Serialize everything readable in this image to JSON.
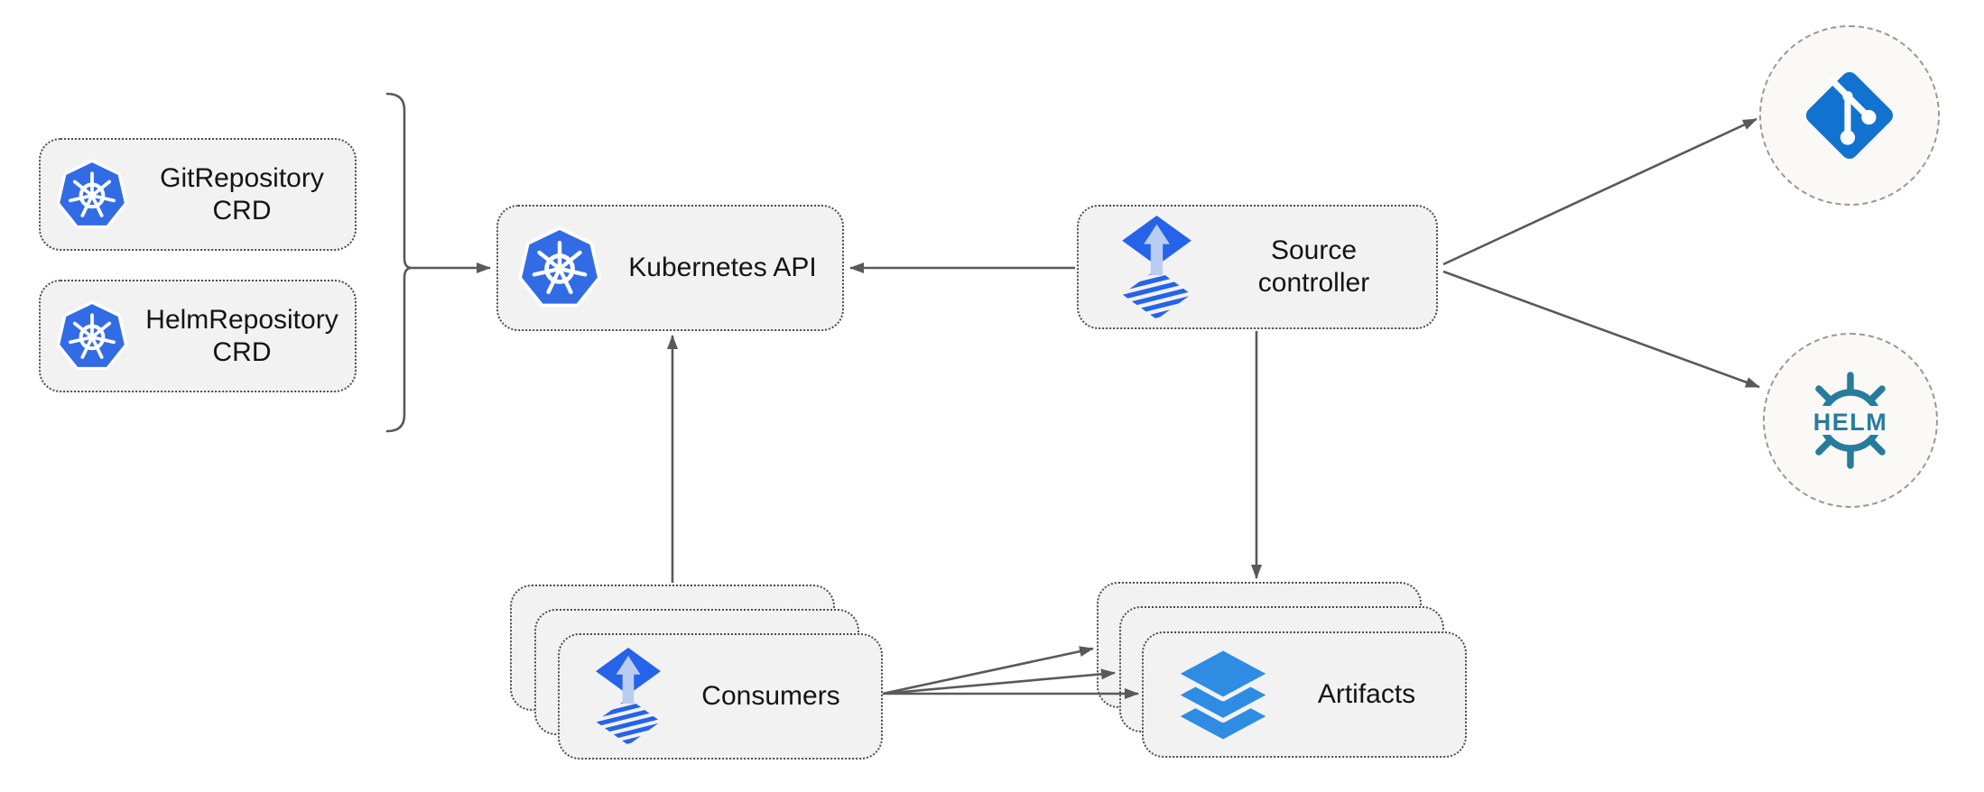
{
  "diagram_type": "architecture-diagram",
  "colors": {
    "text": "#141414",
    "node_fill": "#f2f2f2",
    "node_border": "#4d4d4d",
    "circle_fill": "#faf9f5",
    "circle_border": "#999999",
    "arrow": "#595959",
    "k8s_blue": "#326ce5",
    "flux_blue": "#2563e9",
    "flux_light": "#b9cdf1",
    "git_blue": "#1173cf",
    "helm_teal": "#277c9d",
    "layers_blue": "#2e8ce2"
  },
  "nodes": {
    "git_repository_crd": {
      "line1": "GitRepository",
      "line2": "CRD",
      "icon": "kubernetes-icon"
    },
    "helm_repository_crd": {
      "line1": "HelmRepository",
      "line2": "CRD",
      "icon": "kubernetes-icon"
    },
    "kubernetes_api": {
      "label": "Kubernetes API",
      "icon": "kubernetes-icon"
    },
    "source_controller": {
      "line1": "Source",
      "line2": "controller",
      "icon": "flux-source-icon"
    },
    "consumers": {
      "label": "Consumers",
      "icon": "flux-source-icon",
      "stacked": 3
    },
    "artifacts": {
      "label": "Artifacts",
      "icon": "layers-icon",
      "stacked": 3
    },
    "git_remote": {
      "icon": "git-icon"
    },
    "helm_registry": {
      "icon": "helm-icon",
      "logo_text": "HELM"
    }
  },
  "connections": [
    {
      "from": "crd_group_brace",
      "to": "kubernetes_api"
    },
    {
      "from": "source_controller",
      "to": "kubernetes_api"
    },
    {
      "from": "consumers",
      "to": "kubernetes_api"
    },
    {
      "from": "source_controller",
      "to": "artifacts"
    },
    {
      "from": "source_controller",
      "to": "git_remote"
    },
    {
      "from": "source_controller",
      "to": "helm_registry"
    },
    {
      "from": "consumers",
      "to": "artifacts",
      "arrow_count": 3
    }
  ]
}
